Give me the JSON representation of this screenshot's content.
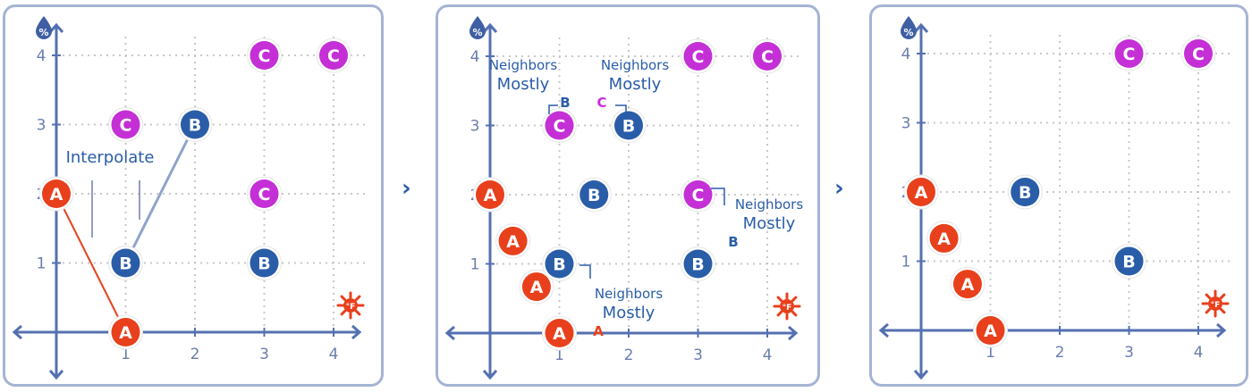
{
  "colors": {
    "A": "#e8401c",
    "B": "#2a5da8",
    "C": "#c42fd6",
    "axis": "#5470b0",
    "grid": "#c8c8c8",
    "panel_border": "#a4b4d4",
    "note": "#2a5da8"
  },
  "icons": {
    "y_axis": "humidity-drop-icon",
    "x_axis": "sun-temperature-icon"
  },
  "separator_glyph": "›",
  "panels": [
    {
      "id": "original",
      "x_ticks": [
        "1",
        "2",
        "3",
        "4"
      ],
      "y_ticks": [
        "1",
        "2",
        "3",
        "4"
      ],
      "points": [
        {
          "label": "A",
          "x": 0,
          "y": 2
        },
        {
          "label": "A",
          "x": 1,
          "y": 0
        },
        {
          "label": "B",
          "x": 1,
          "y": 1
        },
        {
          "label": "B",
          "x": 2,
          "y": 3
        },
        {
          "label": "B",
          "x": 3,
          "y": 1
        },
        {
          "label": "C",
          "x": 1,
          "y": 3
        },
        {
          "label": "C",
          "x": 3,
          "y": 2
        },
        {
          "label": "C",
          "x": 3,
          "y": 4
        },
        {
          "label": "C",
          "x": 4,
          "y": 4
        }
      ],
      "annotation": "Interpolate"
    },
    {
      "id": "interpolated",
      "x_ticks": [
        "1",
        "2",
        "3",
        "4"
      ],
      "y_ticks": [
        "1",
        "2",
        "3",
        "4"
      ],
      "points": [
        {
          "label": "A",
          "x": 0,
          "y": 2
        },
        {
          "label": "A",
          "x": 0.33,
          "y": 1.33
        },
        {
          "label": "A",
          "x": 0.67,
          "y": 0.67
        },
        {
          "label": "A",
          "x": 1,
          "y": 0
        },
        {
          "label": "B",
          "x": 1,
          "y": 1
        },
        {
          "label": "B",
          "x": 1.5,
          "y": 2
        },
        {
          "label": "B",
          "x": 2,
          "y": 3
        },
        {
          "label": "B",
          "x": 3,
          "y": 1
        },
        {
          "label": "C",
          "x": 1,
          "y": 3
        },
        {
          "label": "C",
          "x": 3,
          "y": 2
        },
        {
          "label": "C",
          "x": 3,
          "y": 4
        },
        {
          "label": "C",
          "x": 4,
          "y": 4
        }
      ],
      "notes": [
        {
          "line1": "Neighbors",
          "line2": "Mostly",
          "cls": "B"
        },
        {
          "line1": "Neighbors",
          "line2": "Mostly",
          "cls": "C"
        },
        {
          "line1": "Neighbors",
          "line2": "Mostly",
          "cls": "B"
        },
        {
          "line1": "Neighbors",
          "line2": "Mostly",
          "cls": "A"
        }
      ]
    },
    {
      "id": "cleaned",
      "x_ticks": [
        "1",
        "2",
        "3",
        "4"
      ],
      "y_ticks": [
        "1",
        "2",
        "3",
        "4"
      ],
      "points": [
        {
          "label": "A",
          "x": 0,
          "y": 2
        },
        {
          "label": "A",
          "x": 0.33,
          "y": 1.33
        },
        {
          "label": "A",
          "x": 0.67,
          "y": 0.67
        },
        {
          "label": "A",
          "x": 1,
          "y": 0
        },
        {
          "label": "B",
          "x": 1.5,
          "y": 2
        },
        {
          "label": "B",
          "x": 3,
          "y": 1
        },
        {
          "label": "C",
          "x": 3,
          "y": 4
        },
        {
          "label": "C",
          "x": 4,
          "y": 4
        }
      ]
    }
  ]
}
